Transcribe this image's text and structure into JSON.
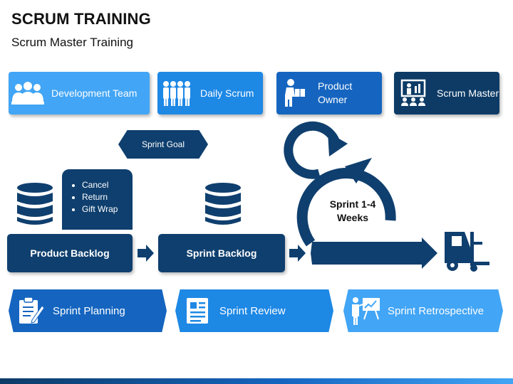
{
  "header": {
    "title": "SCRUM TRAINING",
    "subtitle": "Scrum Master Training"
  },
  "roles": [
    {
      "label": "Development Team",
      "icon": "team-icon",
      "color": "#42a5f5"
    },
    {
      "label": "Daily Scrum",
      "icon": "people-group-icon",
      "color": "#1e88e5"
    },
    {
      "label": "Product Owner",
      "icon": "person-box-icon",
      "color": "#1565c0"
    },
    {
      "label": "Scrum Master",
      "icon": "presentation-icon",
      "color": "#0d3b66"
    }
  ],
  "flow": {
    "sprint_goal": "Sprint Goal",
    "options": [
      "Cancel",
      "Return",
      "Gift Wrap"
    ],
    "product_backlog": "Product Backlog",
    "sprint_backlog": "Sprint Backlog",
    "sprint_length": "Sprint 1-4 Weeks",
    "icons": [
      "database-icon",
      "cycle-arrow-icon",
      "forklift-icon"
    ]
  },
  "events": [
    {
      "label": "Sprint Planning",
      "icon": "clipboard-pen-icon",
      "color": "#1565c0"
    },
    {
      "label": "Sprint Review",
      "icon": "document-icon",
      "color": "#1e88e5"
    },
    {
      "label": "Sprint Retrospective",
      "icon": "presenter-board-icon",
      "color": "#42a5f5"
    }
  ],
  "colors": {
    "dark": "#0f3f6e",
    "accent": "#1e88e5",
    "light": "#42a5f5"
  }
}
